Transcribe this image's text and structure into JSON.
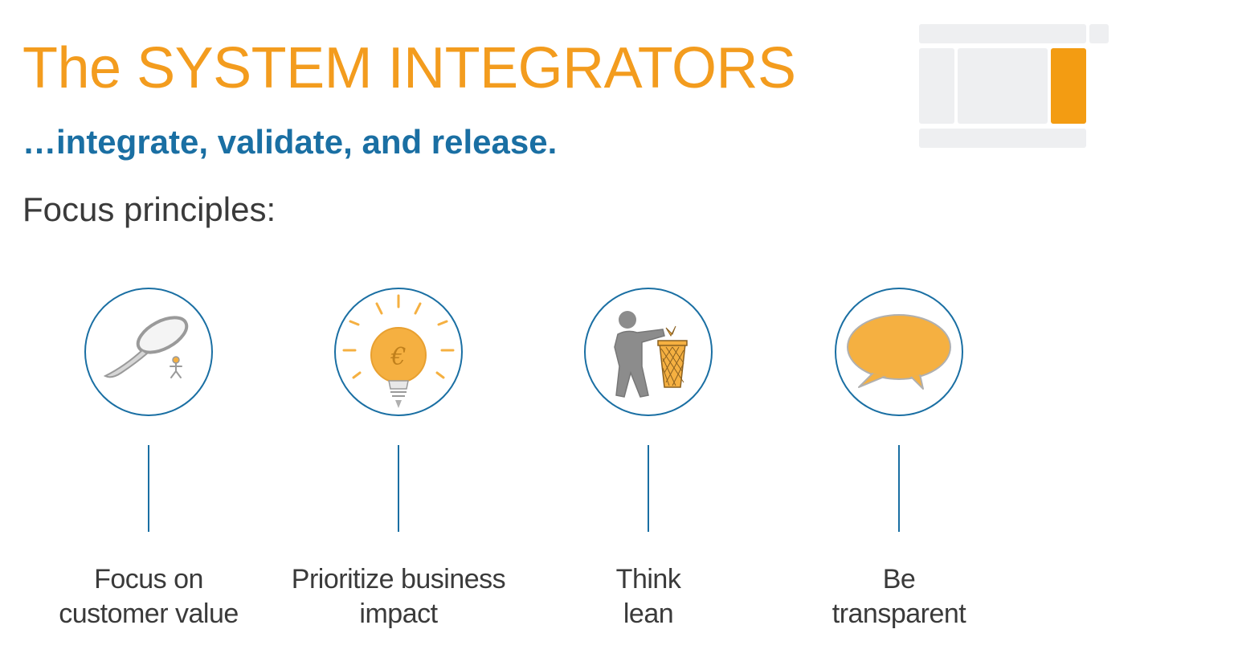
{
  "slide": {
    "title": "The SYSTEM INTEGRATORS",
    "subtitle": "…integrate, validate, and release.",
    "section_label": "Focus principles:"
  },
  "colors": {
    "title": "#f39c1e",
    "subtitle": "#1a6fa3",
    "text": "#3a3a3a",
    "circle_border": "#1a6fa3",
    "accent_fill": "#f5b041",
    "logo_grey": "#eeeff1",
    "logo_highlight": "#f39c12"
  },
  "principles": [
    {
      "icon": "magnifier-icon",
      "label_line1": "Focus on",
      "label_line2": "customer value"
    },
    {
      "icon": "lightbulb-euro-icon",
      "label_line1": "Prioritize business",
      "label_line2": "impact"
    },
    {
      "icon": "trash-person-icon",
      "label_line1": "Think",
      "label_line2": "lean"
    },
    {
      "icon": "speech-bubble-icon",
      "label_line1": "Be",
      "label_line2": "transparent"
    }
  ]
}
